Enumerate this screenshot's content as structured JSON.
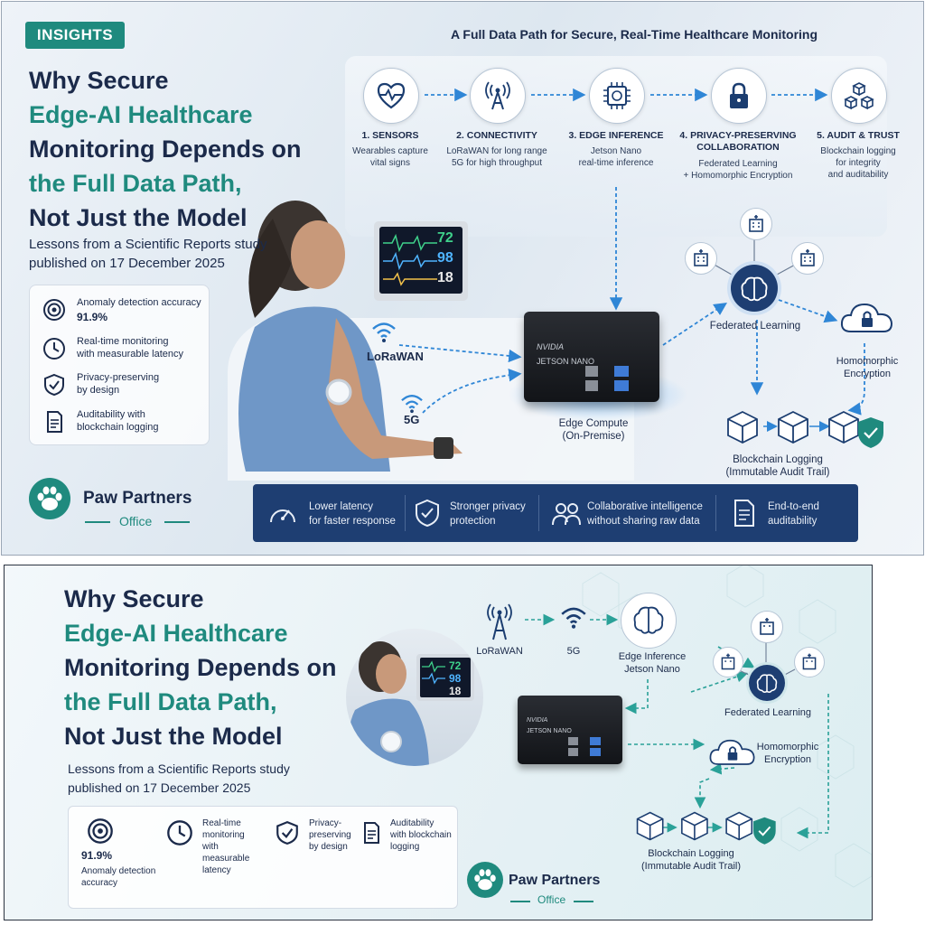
{
  "panel1": {
    "badge": "INSIGHTS",
    "headline": [
      "Why Secure",
      "Edge-AI Healthcare",
      "Monitoring Depends on",
      "the Full Data Path,",
      "Not Just the Model"
    ],
    "subtitle": [
      "Lessons from a Scientific Reports study",
      "published on 17 December 2025"
    ],
    "flow_title": "A Full Data Path for Secure, Real-Time Healthcare Monitoring",
    "steps": [
      {
        "title": "1. SENSORS",
        "desc": [
          "Wearables capture",
          "vital signs"
        ],
        "icon": "heart-pulse-icon"
      },
      {
        "title": "2. CONNECTIVITY",
        "desc": [
          "LoRaWAN for long range",
          "5G for high throughput"
        ],
        "icon": "antenna-icon"
      },
      {
        "title": "3. EDGE INFERENCE",
        "desc": [
          "Jetson Nano",
          "real-time inference"
        ],
        "icon": "chip-icon"
      },
      {
        "title": [
          "4. PRIVACY-PRESERVING",
          "COLLABORATION"
        ],
        "desc": [
          "Federated Learning",
          "+ Homomorphic Encryption"
        ],
        "icon": "lock-icon"
      },
      {
        "title": "5. AUDIT & TRUST",
        "desc": [
          "Blockchain logging",
          "for integrity",
          "and auditability"
        ],
        "icon": "blocks-icon"
      }
    ],
    "metrics": [
      {
        "label": [
          "Anomaly detection accuracy",
          "91.9%"
        ],
        "icon": "target-icon"
      },
      {
        "label": [
          "Real-time monitoring",
          "with measurable latency"
        ],
        "icon": "clock-icon"
      },
      {
        "label": [
          "Privacy-preserving",
          "by design"
        ],
        "icon": "shield-check-icon"
      },
      {
        "label": [
          "Auditability with",
          "blockchain logging"
        ],
        "icon": "document-icon"
      }
    ],
    "monitor_values": [
      "72",
      "98",
      "18"
    ],
    "device_brand": "NVIDIA",
    "device_name": "JETSON NANO",
    "lorawan": "LoRaWAN",
    "fiveg": "5G",
    "edge_label": [
      "Edge Compute",
      "(On-Premise)"
    ],
    "federated": "Federated Learning",
    "homomorphic": [
      "Homomorphic",
      "Encryption"
    ],
    "blockchain": [
      "Blockchain Logging",
      "(Immutable Audit Trail)"
    ],
    "benefits": [
      {
        "text": [
          "Lower latency",
          "for faster response"
        ],
        "icon": "gauge-icon"
      },
      {
        "text": [
          "Stronger privacy",
          "protection"
        ],
        "icon": "shield-check-icon"
      },
      {
        "text": [
          "Collaborative intelligence",
          "without sharing raw data"
        ],
        "icon": "people-icon"
      },
      {
        "text": [
          "End-to-end",
          "auditability"
        ],
        "icon": "document-icon"
      }
    ],
    "logo": {
      "name": "Paw Partners",
      "office": "Office"
    }
  },
  "panel2": {
    "headline": [
      "Why Secure",
      "Edge-AI Healthcare",
      "Monitoring Depends on",
      "the Full Data Path,",
      "Not Just the Model"
    ],
    "subtitle": [
      "Lessons from a Scientific Reports study",
      "published on 17 December 2025"
    ],
    "monitor_values": [
      "72",
      "98",
      "18"
    ],
    "lorawan": "LoRaWAN",
    "fiveg": "5G",
    "edge": [
      "Edge Inference",
      "Jetson Nano"
    ],
    "device_brand": "NVIDIA",
    "device_name": "JETSON NANO",
    "federated": "Federated Learning",
    "homomorphic": [
      "Homomorphic",
      "Encryption"
    ],
    "blockchain": [
      "Blockchain Logging",
      "(Immutable Audit Trail)"
    ],
    "metrics": [
      {
        "label": [
          "91.9%",
          "Anomaly detection",
          "accuracy"
        ],
        "icon": "target-icon"
      },
      {
        "label": [
          "Real-time",
          "monitoring",
          "with measurable",
          "latency"
        ],
        "icon": "clock-icon"
      },
      {
        "label": [
          "Privacy-",
          "preserving",
          "by design"
        ],
        "icon": "shield-check-icon"
      },
      {
        "label": [
          "Auditability",
          "with blockchain",
          "logging"
        ],
        "icon": "document-icon"
      }
    ],
    "logo": {
      "name": "Paw Partners",
      "office": "Office"
    }
  },
  "colors": {
    "navy": "#1b2a4a",
    "teal": "#1f8a7e",
    "bar": "#1e3e72",
    "arrow": "#2f86d6"
  }
}
